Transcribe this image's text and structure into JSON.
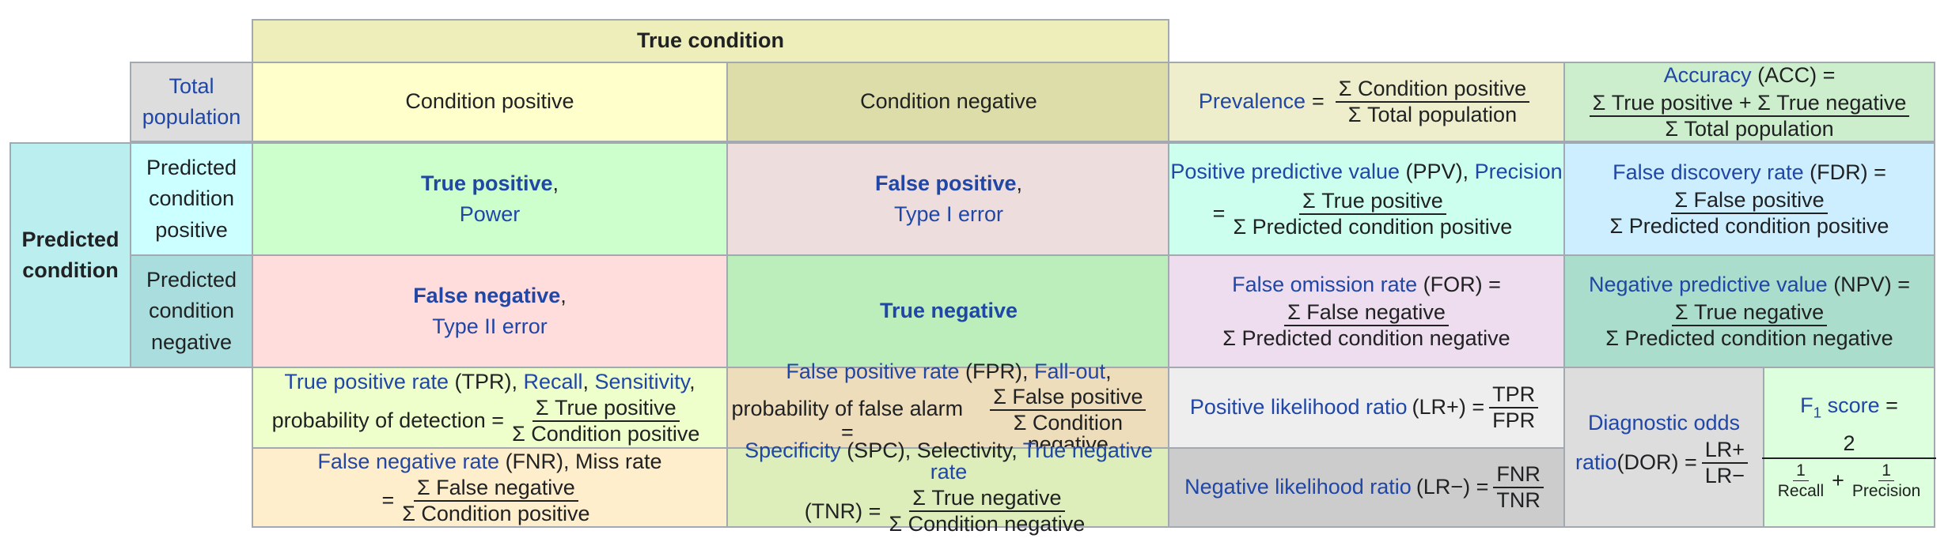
{
  "header": {
    "true_condition": "True condition"
  },
  "total_population": "Total population",
  "cond_pos": "Condition positive",
  "cond_neg": "Condition negative",
  "predicted_condition": "Predicted condition",
  "pred_pos": "Predicted condition positive",
  "pred_neg": "Predicted condition negative",
  "tp": {
    "title": "True positive",
    "comma": ",",
    "sub": "Power"
  },
  "fp": {
    "title": "False positive",
    "comma": ",",
    "sub": "Type I error"
  },
  "fn": {
    "title": "False negative",
    "comma": ",",
    "sub": "Type II error"
  },
  "tn": {
    "title": "True negative"
  },
  "prevalence": {
    "label": "Prevalence",
    "eq": "=",
    "num": "Σ Condition positive",
    "den": "Σ Total population"
  },
  "accuracy": {
    "label": "Accuracy",
    "abbr": " (ACC) =",
    "num": "Σ True positive + Σ True negative",
    "den": "Σ Total population"
  },
  "ppv": {
    "label": "Positive predictive value",
    "abbr": " (PPV), ",
    "label2": "Precision",
    "eq": "=",
    "num": "Σ True positive",
    "den": "Σ Predicted condition positive"
  },
  "fdr": {
    "label": "False discovery rate",
    "abbr": " (FDR) =",
    "num": "Σ False positive",
    "den": "Σ Predicted condition positive"
  },
  "for": {
    "label": "False omission rate",
    "abbr": " (FOR) =",
    "num": "Σ False negative",
    "den": "Σ Predicted condition negative"
  },
  "npv": {
    "label": "Negative predictive value",
    "abbr": " (NPV) =",
    "num": "Σ True negative",
    "den": "Σ Predicted condition negative"
  },
  "tpr": {
    "label": "True positive rate",
    "abbr": " (TPR), ",
    "label2": "Recall",
    "sep": ", ",
    "label3": "Sensitivity",
    "tail": ",",
    "line2": "probability of detection =",
    "num": "Σ True positive",
    "den": "Σ Condition positive"
  },
  "fpr": {
    "label": "False positive rate",
    "abbr": " (FPR), ",
    "label2": "Fall-out",
    "tail": ",",
    "line2": "probability of false alarm =",
    "num": "Σ False positive",
    "den": "Σ Condition negative"
  },
  "fnr": {
    "label": "False negative rate",
    "abbr": " (FNR), Miss rate",
    "eq": "=",
    "num": "Σ False negative",
    "den": "Σ Condition positive"
  },
  "spc": {
    "label": "Specificity",
    "abbr": " (SPC), Selectivity, ",
    "label2": "True negative rate",
    "line2": "(TNR) =",
    "num": "Σ True negative",
    "den": "Σ Condition negative"
  },
  "lrp": {
    "label": "Positive likelihood ratio",
    "abbr": " (LR+) =",
    "num": "TPR",
    "den": "FPR"
  },
  "lrn": {
    "label": "Negative likelihood ratio",
    "abbr": " (LR−) =",
    "num": "FNR",
    "den": "TNR"
  },
  "dor": {
    "label1": "Diagnostic odds",
    "label2": "ratio",
    "abbr": " (DOR) =",
    "num": "LR+",
    "den": "LR−"
  },
  "f1": {
    "label": "F",
    "sub": "1",
    "label_tail": " score",
    "eq": " =",
    "num": "2",
    "d1num": "1",
    "d1den": "Recall",
    "plus": "+",
    "d2num": "1",
    "d2den": "Precision"
  },
  "colors": {
    "true_condition": "#eeeebb",
    "total_population": "#dddddd",
    "cond_pos": "#ffffcc",
    "cond_neg": "#ddddaa",
    "predicted_condition": "#bbeeee",
    "pred_pos": "#ccffff",
    "pred_neg": "#aadddd",
    "tp": "#ccffcc",
    "fp": "#eedddd",
    "fn": "#ffdddd",
    "tn": "#bbeebb",
    "prevalence": "#eeeecc",
    "accuracy": "#cceecc",
    "ppv": "#ccffee",
    "fdr": "#cceeff",
    "for": "#eeddee",
    "npv": "#aaddcc",
    "tpr": "#eeffcc",
    "fpr": "#eeddbb",
    "fnr": "#ffeecc",
    "spc": "#ddeebb",
    "lrp": "#eeeeee",
    "lrn": "#cccccc",
    "dor": "#dddddd",
    "f1": "#ddffdd",
    "link": "#2046a6"
  }
}
